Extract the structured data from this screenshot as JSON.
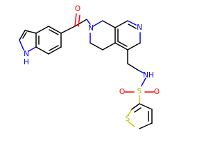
{
  "molecule": {
    "atoms": {
      "indole_nh": {
        "symbol": "N",
        "label": "N",
        "sub_label": "H"
      },
      "amide_n": {
        "symbol": "N",
        "label": "N"
      },
      "amide_o": {
        "symbol": "O",
        "label": "O"
      },
      "pyridine_n": {
        "symbol": "N",
        "label": "N"
      },
      "sulfonamide_nh": {
        "symbol": "N",
        "label": "NH"
      },
      "sulfonyl_s": {
        "symbol": "S",
        "label": "S"
      },
      "sulfonyl_o_left": {
        "symbol": "O",
        "label": "O"
      },
      "sulfonyl_o_right": {
        "symbol": "O",
        "label": "O"
      },
      "thiophene_s": {
        "symbol": "S",
        "label": "S"
      }
    },
    "colors": {
      "carbon_bond": "#000000",
      "nitrogen": "#0000ff",
      "oxygen": "#ff0000",
      "sulfur": "#cccc00"
    }
  }
}
